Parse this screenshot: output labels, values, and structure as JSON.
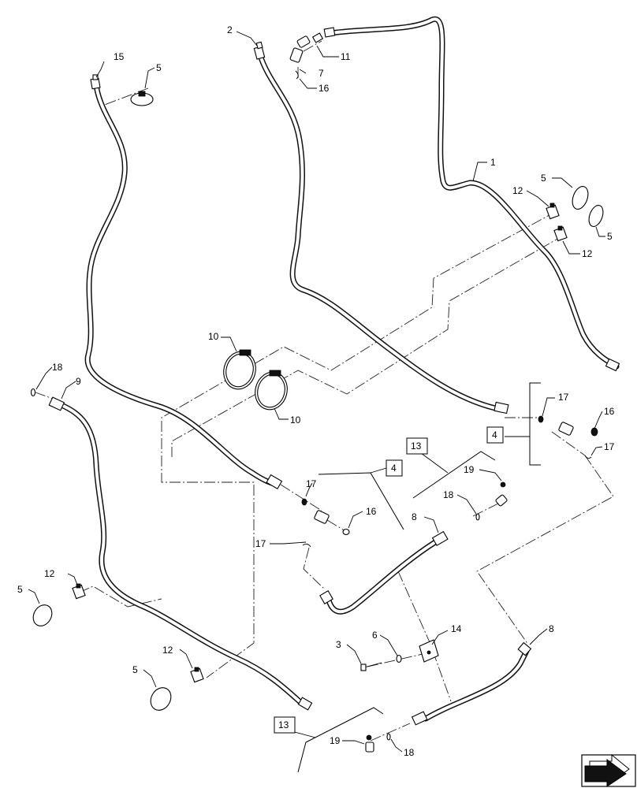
{
  "diagram": {
    "callouts": {
      "c1": "1",
      "c2": "2",
      "c3": "3",
      "c4a": "4",
      "c4b": "4",
      "c5a": "5",
      "c5b": "5",
      "c5c": "5",
      "c5d": "5",
      "c5e": "5",
      "c6": "6",
      "c7": "7",
      "c8a": "8",
      "c8b": "8",
      "c9": "9",
      "c10a": "10",
      "c10b": "10",
      "c11": "11",
      "c12a": "12",
      "c12b": "12",
      "c12c": "12",
      "c12d": "12",
      "c13a": "13",
      "c13b": "13",
      "c14": "14",
      "c15": "15",
      "c16a": "16",
      "c16b": "16",
      "c16c": "16",
      "c17a": "17",
      "c17b": "17",
      "c17c": "17",
      "c17d": "17",
      "c18a": "18",
      "c18b": "18",
      "c18c": "18",
      "c19a": "19",
      "c19b": "19"
    },
    "nav_icon": "arrow-previous-icon"
  }
}
